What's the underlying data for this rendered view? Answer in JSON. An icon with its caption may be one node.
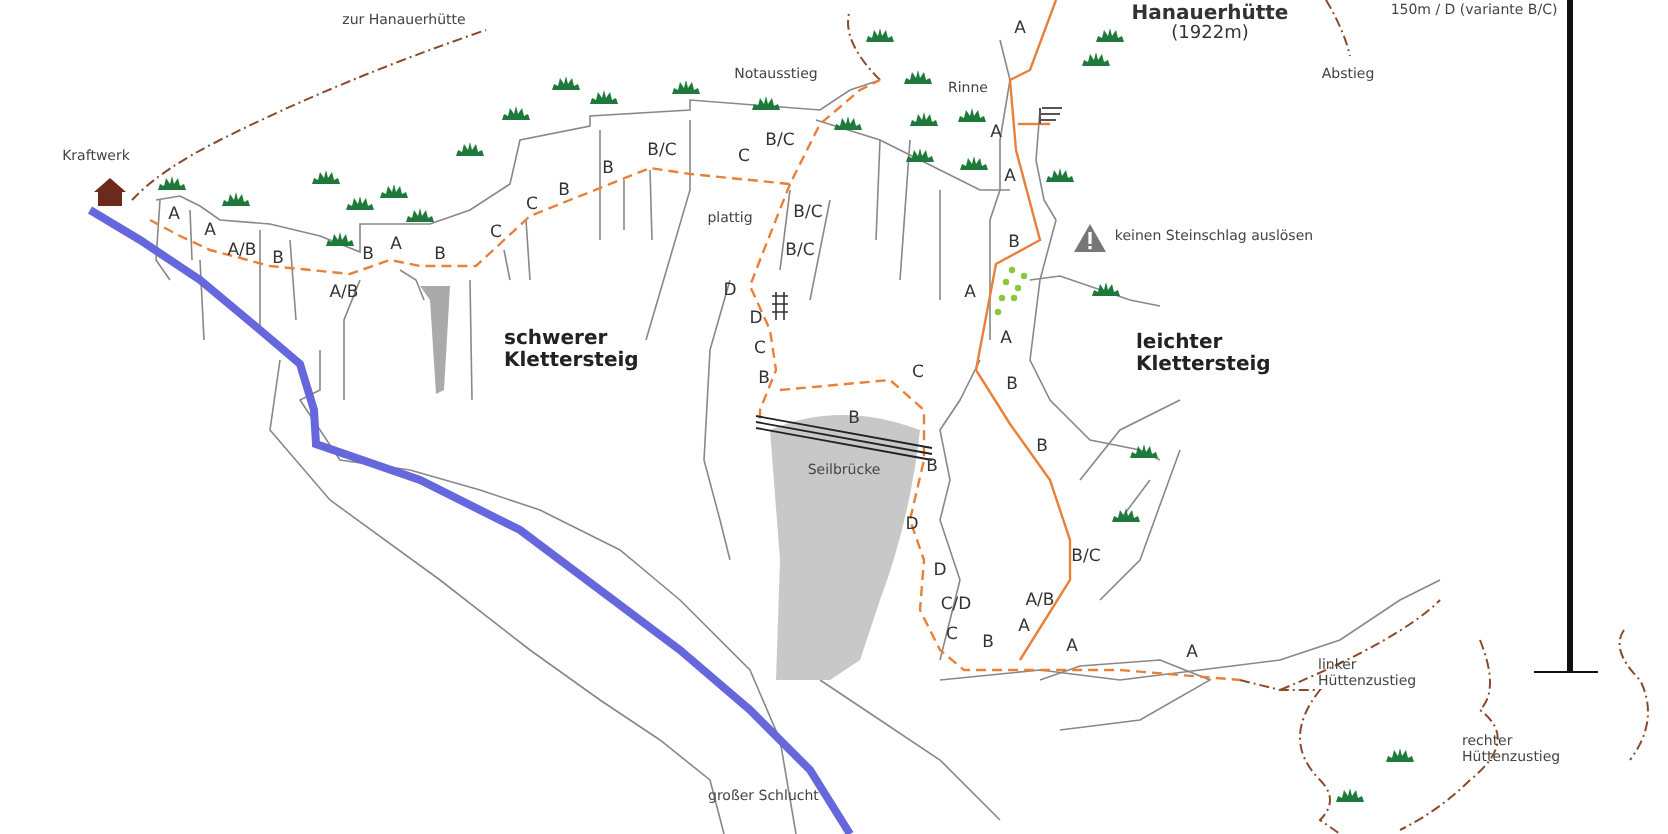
{
  "diagram": {
    "labels": [
      "Hanauerhütte",
      "(1922m)",
      "150m / D (variante B/C)",
      "zur Hanauerhütte",
      "A",
      "Notausstieg",
      "Abstieg",
      "Rinne",
      "A",
      "B/C",
      "Kraftwerk",
      "C",
      "B/C",
      "B",
      "A",
      "B",
      "A",
      "C",
      "plattig",
      "B/C",
      "keinen Steinschlag auslösen",
      "B",
      "C",
      "A",
      "A/B",
      "B",
      "B",
      "A",
      "B/C",
      "B",
      "A/B",
      "D",
      "A",
      "D",
      "C",
      "schwerer Klettersteig",
      "leichter Klettersteig",
      "A",
      "C",
      "B",
      "B",
      "B",
      "B",
      "Seilbrücke",
      "B",
      "D",
      "B/C",
      "D",
      "A/B",
      "C/D",
      "A",
      "C",
      "B",
      "A",
      "A",
      "linker Hüttenzustieg",
      "rechter Hüttenzustieg",
      "großer Schlucht"
    ]
  }
}
